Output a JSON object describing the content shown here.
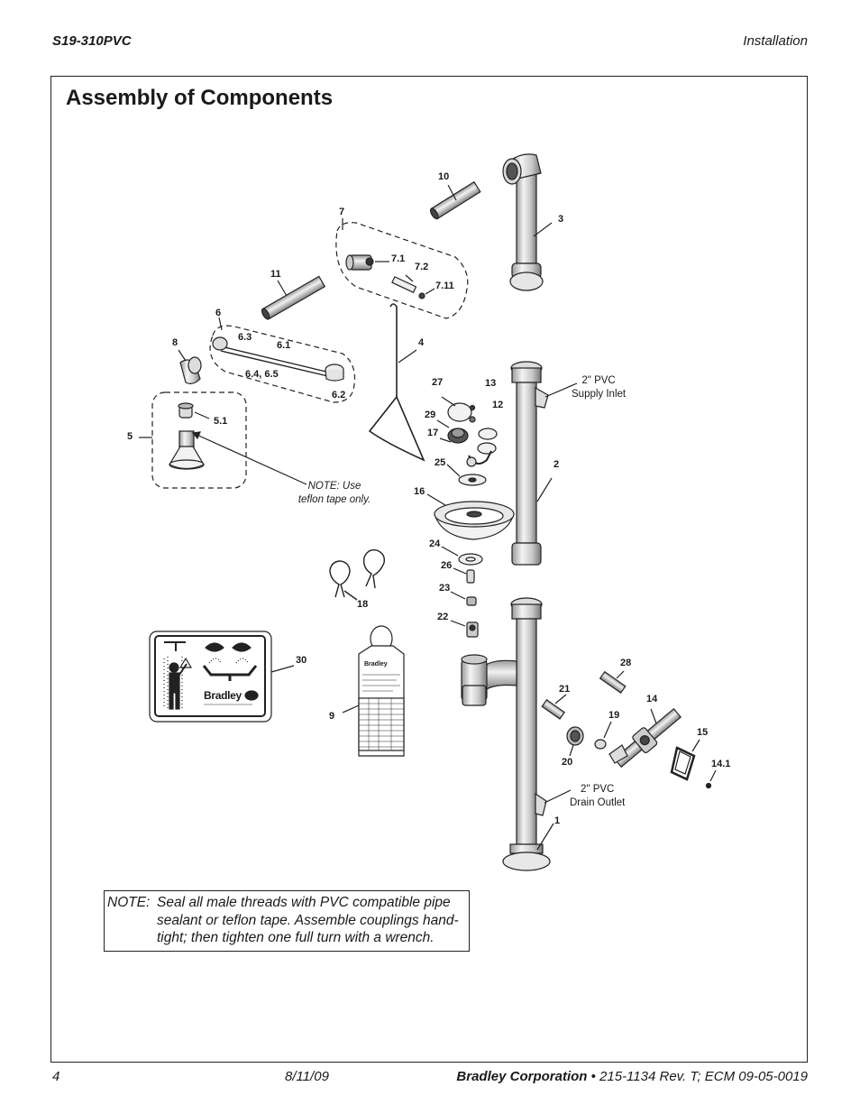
{
  "header": {
    "model": "S19-310PVC",
    "section": "Installation"
  },
  "title": "Assembly of Components",
  "labels": {
    "p1": "1",
    "p2": "2",
    "p3": "3",
    "p4": "4",
    "p5": "5",
    "p5_1": "5.1",
    "p6": "6",
    "p6_1": "6.1",
    "p6_2": "6.2",
    "p6_3": "6.3",
    "p6_45": "6.4, 6.5",
    "p7": "7",
    "p7_1": "7.1",
    "p7_2": "7.2",
    "p7_11": "7.11",
    "p8": "8",
    "p9": "9",
    "p10": "10",
    "p11": "11",
    "p12": "12",
    "p13": "13",
    "p14": "14",
    "p14_1": "14.1",
    "p15": "15",
    "p16": "16",
    "p17": "17",
    "p18": "18",
    "p19": "19",
    "p20": "20",
    "p21": "21",
    "p22": "22",
    "p23": "23",
    "p24": "24",
    "p25": "25",
    "p26": "26",
    "p27": "27",
    "p28": "28",
    "p29": "29",
    "p30": "30"
  },
  "annotations": {
    "supply_line1": "2\" PVC",
    "supply_line2": "Supply Inlet",
    "drain_line1": "2\" PVC",
    "drain_line2": "Drain Outlet",
    "teflon_note": "NOTE: Use teflon tape only."
  },
  "sign_brand": "Bradley",
  "tag_brand": "Bradley",
  "note": {
    "label": "NOTE:",
    "text": "Seal all male threads with PVC compatible pipe sealant or teflon tape. Assemble couplings hand-tight; then tighten one full turn with a wrench."
  },
  "footer": {
    "page": "4",
    "date": "8/11/09",
    "company": "Bradley Corporation",
    "docref": " • 215-1134 Rev. T; ECM 09-05-0019"
  }
}
